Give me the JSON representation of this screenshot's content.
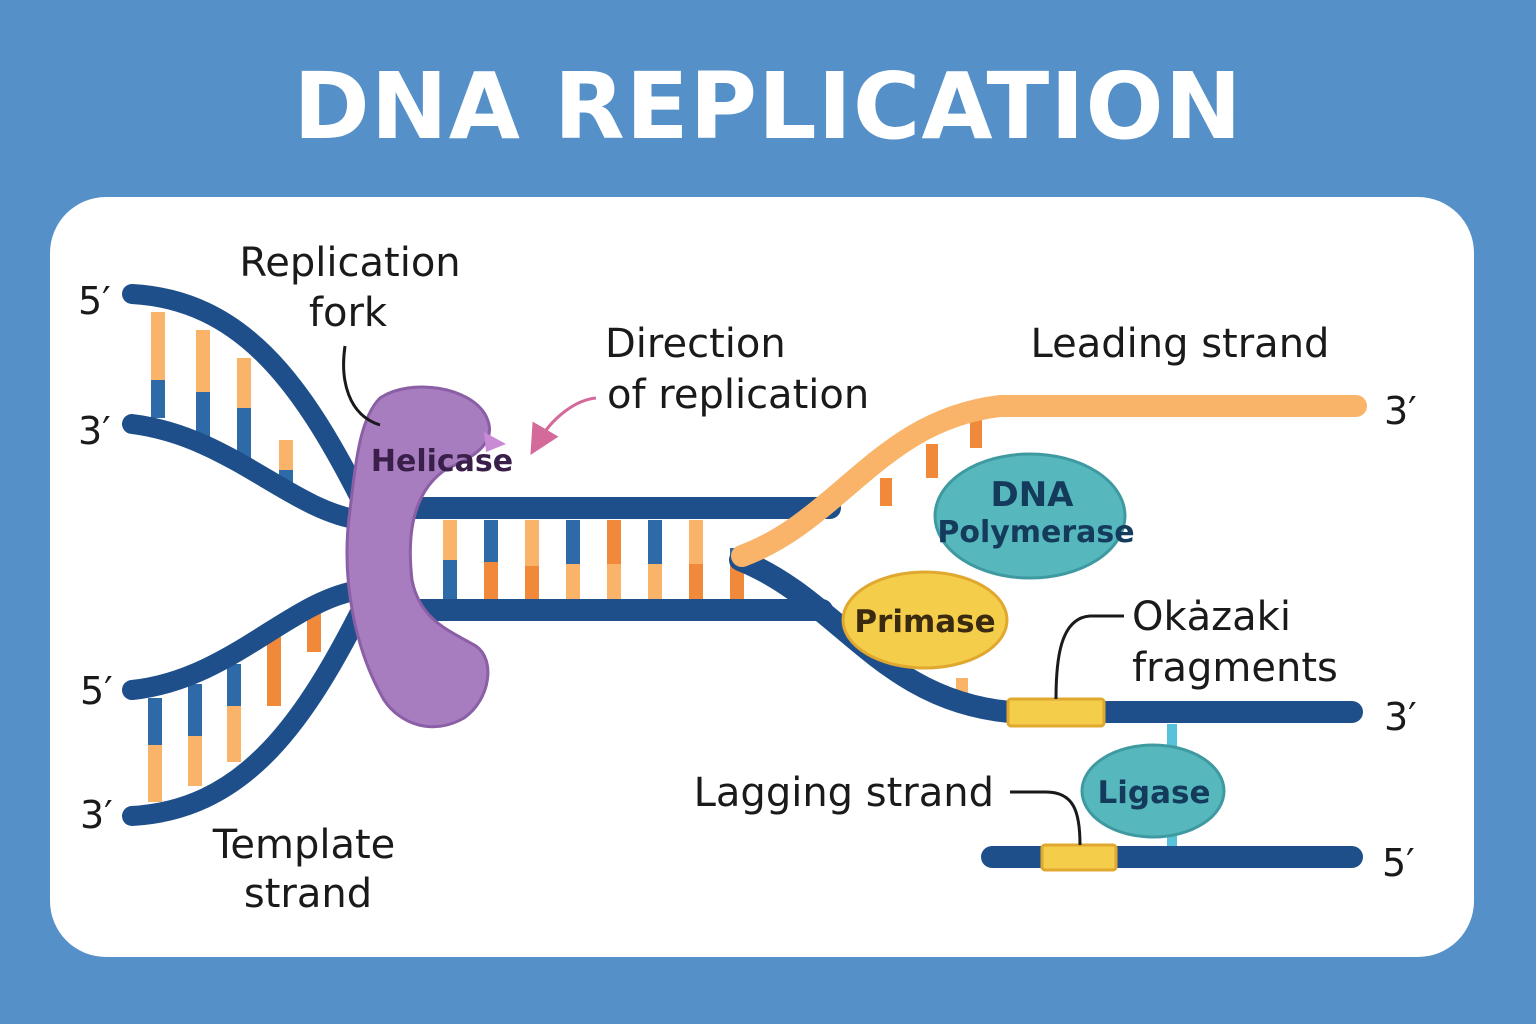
{
  "title": "DNA REPLICATION",
  "labels": {
    "replication_fork": [
      "Replication",
      "fork"
    ],
    "direction": [
      "Direction",
      "of replication"
    ],
    "leading_strand": "Leading strand",
    "okazaki": [
      "Okȧzaki",
      "fragments"
    ],
    "lagging_strand": "Lagging strand",
    "template_strand": [
      "Template",
      "strand"
    ]
  },
  "enzymes": {
    "helicase": "Helicase",
    "dna_polymerase": [
      "DNA",
      "Polymerase"
    ],
    "primase": "Primase",
    "ligase": "Ligase"
  },
  "ends": {
    "top_left_5": "5′",
    "top_left_3": "3′",
    "bottom_left_5": "5′",
    "bottom_left_3": "3′",
    "leading_3": "3′",
    "lagging_3": "3′",
    "lower_5": "5′"
  },
  "colors": {
    "background": "#5590c8",
    "strand_dark": "#1f4f8a",
    "strand_blue": "#2f6aa8",
    "base_orange": "#f08a3a",
    "base_light_orange": "#f9b46a",
    "leading_strand": "#f9b46a",
    "helicase": "#a77dbf",
    "polymerase": "#56b7bd",
    "primase": "#f4cd4a",
    "okazaki": "#f4cd4a",
    "ligase": "#56b7bd",
    "arrow": "#d36a9a"
  },
  "icons": {
    "direction_arrow": "curved-arrow-icon"
  }
}
